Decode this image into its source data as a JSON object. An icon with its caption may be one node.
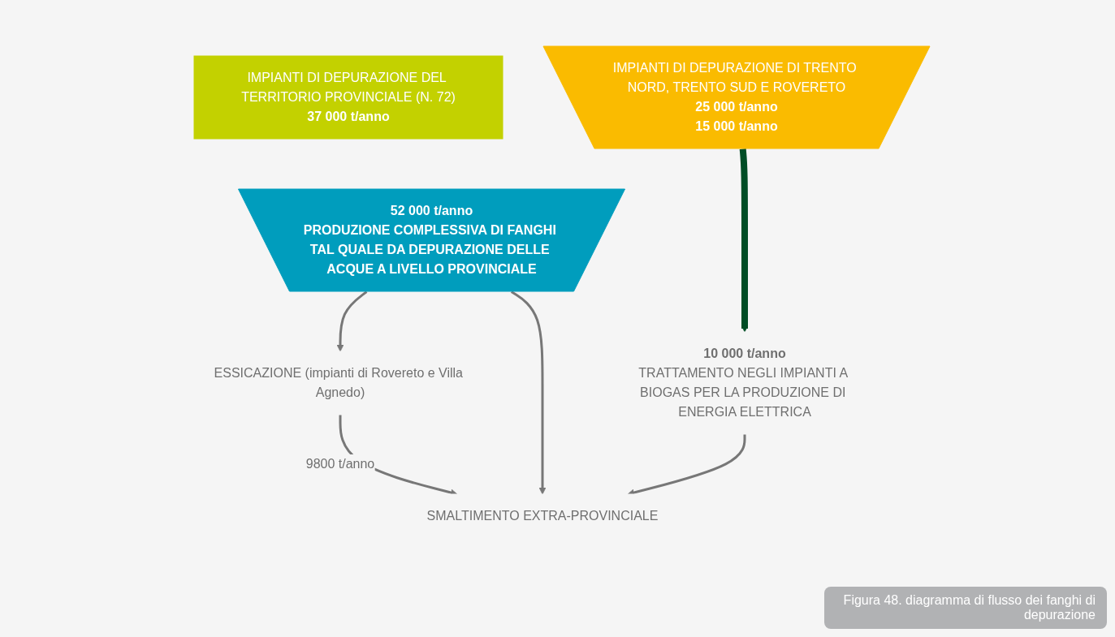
{
  "diagram": {
    "caption": "Figura 48. diagramma di flusso dei fanghi di depurazione",
    "nodes": [
      {
        "text": [
          "IMPIANTI DI DEPURAZIONE DEL TERRITORIO PROVINCIALE (N. 72)",
          "37 000 t/anno"
        ]
      },
      {
        "text": [
          "IMPIANTI DI DEPURAZIONE DI TRENTO NORD, TRENTO SUD E ROVERETO",
          "25 000 t/anno",
          "15 000 t/anno"
        ]
      },
      {
        "text": [
          "52 000 t/anno",
          "PRODUZIONE COMPLESSIVA DI FANGHI TAL QUALE DA DEPURAZIONE DELLE ACQUE A LIVELLO PROVINCIALE"
        ]
      },
      {
        "text": [
          "10 000 t/anno",
          "TRATTAMENTO NEGLI IMPIANTI A BIOGAS PER LA PRODUZIONE DI ENERGIA ELETTRICA"
        ]
      },
      {
        "text": [
          "ESSICAZIONE (impianti di Rovereto e Villa Agnedo)"
        ]
      },
      {
        "text": [
          "SMALTIMENTO EXTRA-PROVINCIALE"
        ]
      }
    ],
    "edges": [
      {
        "from": 1,
        "to": 3,
        "arrow": "to",
        "style": "thick",
        "color": "#004d25"
      },
      {
        "from": 2,
        "to": 4,
        "arrow": "to"
      },
      {
        "from": 4,
        "to": 5,
        "arrow": "to",
        "label": "9800 t/anno"
      },
      {
        "from": 2,
        "to": 5,
        "arrow": "to"
      },
      {
        "from": 3,
        "to": 5,
        "arrow": "to"
      }
    ]
  }
}
